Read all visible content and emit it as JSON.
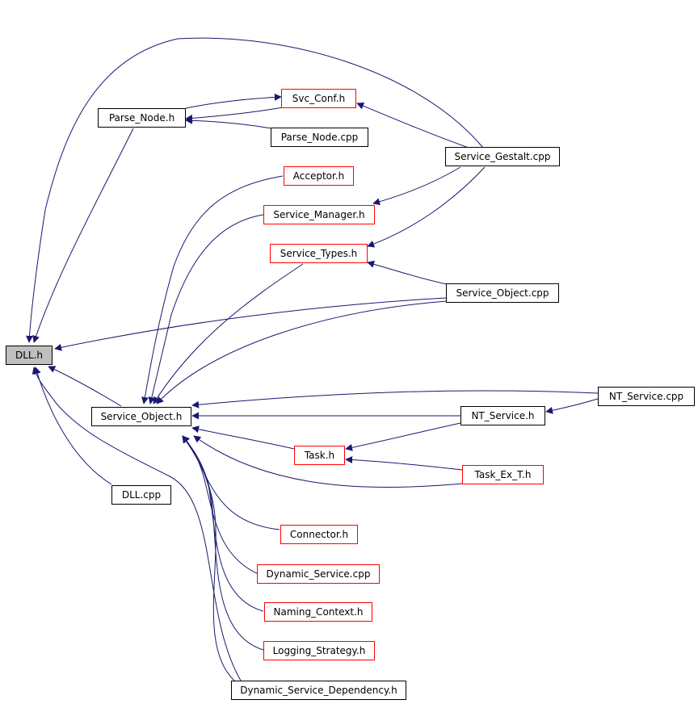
{
  "graph": {
    "colors": {
      "edge": "#191970",
      "border_default": "#000000",
      "border_incomplete": "#ff0000",
      "root_fill": "#bfbfbf"
    },
    "nodes": {
      "dll_h": "DLL.h",
      "parse_node_h": "Parse_Node.h",
      "svc_conf_h": "Svc_Conf.h",
      "parse_node_cpp": "Parse_Node.cpp",
      "service_gestalt_cpp": "Service_Gestalt.cpp",
      "acceptor_h": "Acceptor.h",
      "service_manager_h": "Service_Manager.h",
      "service_types_h": "Service_Types.h",
      "service_object_cpp": "Service_Object.cpp",
      "service_object_h": "Service_Object.h",
      "nt_service_cpp": "NT_Service.cpp",
      "nt_service_h": "NT_Service.h",
      "task_h": "Task.h",
      "task_ex_t_h": "Task_Ex_T.h",
      "dll_cpp": "DLL.cpp",
      "connector_h": "Connector.h",
      "dynamic_service_cpp": "Dynamic_Service.cpp",
      "naming_context_h": "Naming_Context.h",
      "logging_strategy_h": "Logging_Strategy.h",
      "dynamic_service_dependency_h": "Dynamic_Service_Dependency.h"
    }
  }
}
